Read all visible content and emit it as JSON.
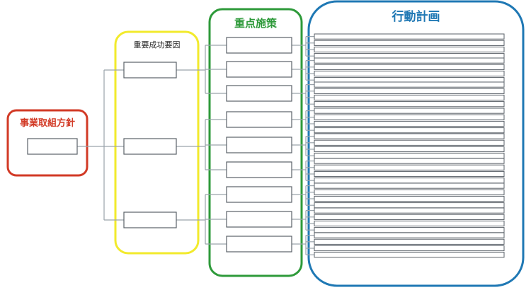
{
  "diagram": {
    "policy": {
      "title": "事業取組方針",
      "color": "#d23a26"
    },
    "success_factors": {
      "title": "重要成功要因",
      "color": "#f2ea2c"
    },
    "measures": {
      "title": "重点施策",
      "color": "#2e9a3a"
    },
    "action_plan": {
      "title": "行動計画",
      "color": "#1f78b4"
    },
    "connector_color": "#9aa3ab",
    "box_border_color": "#5a6168",
    "csf_box_count": 3,
    "measures_per_csf": 3,
    "action_rows_per_measure": 4
  }
}
